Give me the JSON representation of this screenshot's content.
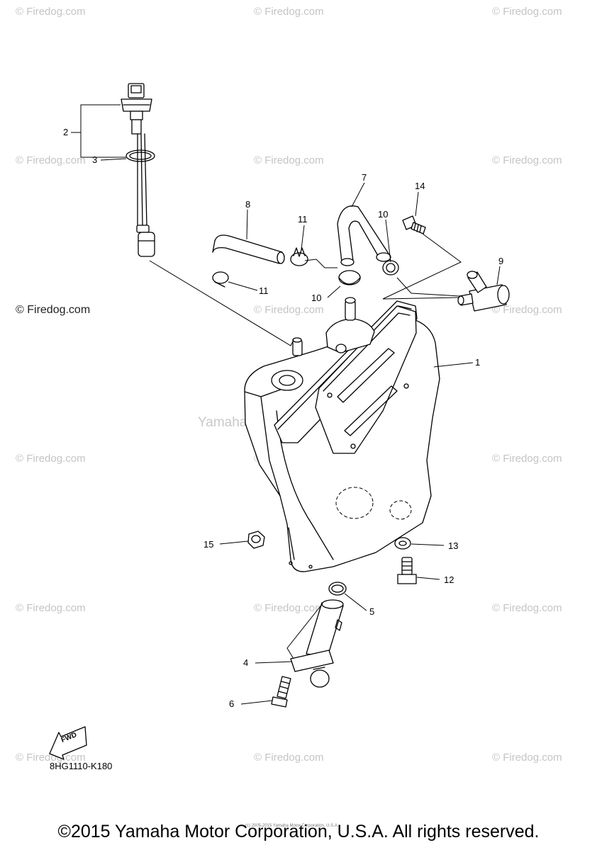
{
  "watermarks": {
    "text": "© Firedog.com",
    "center_text": "Yamaha Motor Corp, U.S.A."
  },
  "callouts": [
    "1",
    "2",
    "3",
    "4",
    "5",
    "6",
    "7",
    "8",
    "9",
    "10",
    "10",
    "11",
    "11",
    "12",
    "13",
    "14",
    "15"
  ],
  "fwd_label": "FWD",
  "diagram_code": "8HG1110-K180",
  "tiny_notice": "(c) 2005-2015 Yamaha Motor Corporation, U.S.A.",
  "copyright": "©2015 Yamaha Motor Corporation, U.S.A. All rights reserved."
}
